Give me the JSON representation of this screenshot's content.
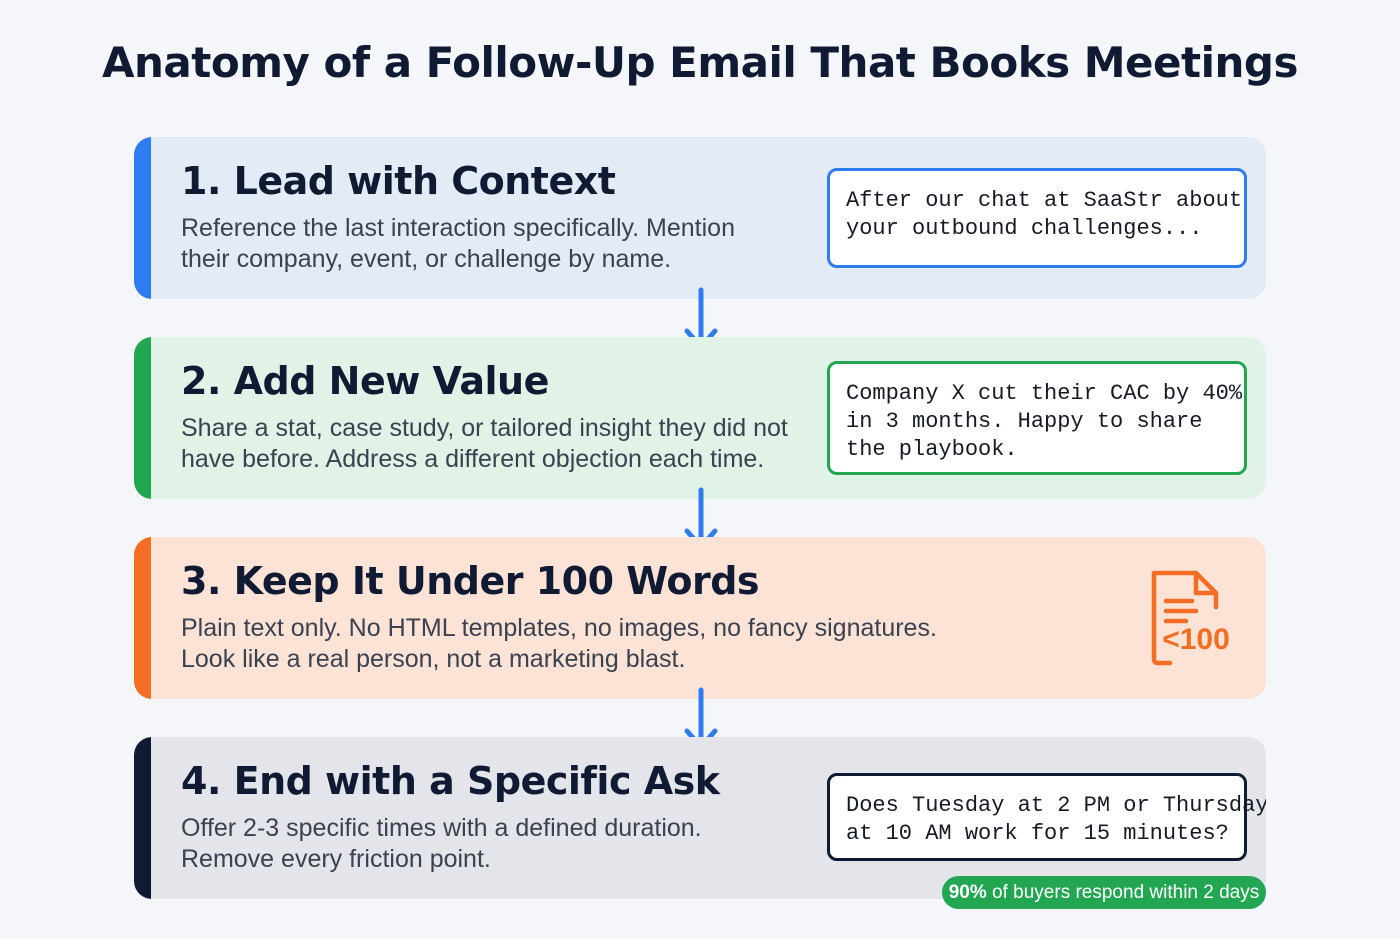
{
  "title": "Anatomy of a Follow-Up Email That Books Meetings",
  "steps": [
    {
      "heading": "1. Lead with Context",
      "description": [
        "Reference the last interaction specifically. Mention",
        "their company, event, or challenge by name."
      ],
      "example": [
        "After our chat at SaaStr about",
        "your outbound challenges..."
      ],
      "accent_color": "#2f7cf0"
    },
    {
      "heading": "2. Add New Value",
      "description": [
        "Share a stat, case study, or tailored insight they did not",
        "have before. Address a different objection each time."
      ],
      "example": [
        "Company X cut their CAC by 40%",
        "in 3 months. Happy to share",
        "the playbook."
      ],
      "accent_color": "#22a652"
    },
    {
      "heading": "3. Keep It Under 100 Words",
      "description": [
        "Plain text only. No HTML templates, no images, no fancy signatures.",
        "Look like a real person, not a marketing blast."
      ],
      "icon": "document-icon",
      "icon_label": "<100",
      "accent_color": "#f36d22"
    },
    {
      "heading": "4. End with a Specific Ask",
      "description": [
        "Offer 2-3 specific times with a defined duration.",
        "Remove every friction point."
      ],
      "example": [
        "Does Tuesday at 2 PM or Thursday",
        "at 10 AM work for 15 minutes?"
      ],
      "accent_color": "#0f1a33"
    }
  ],
  "stat_badge": {
    "value": "90%",
    "text": " of buyers respond within 2 days",
    "color": "#22a652"
  },
  "arrow_color": "#2f7cf0"
}
